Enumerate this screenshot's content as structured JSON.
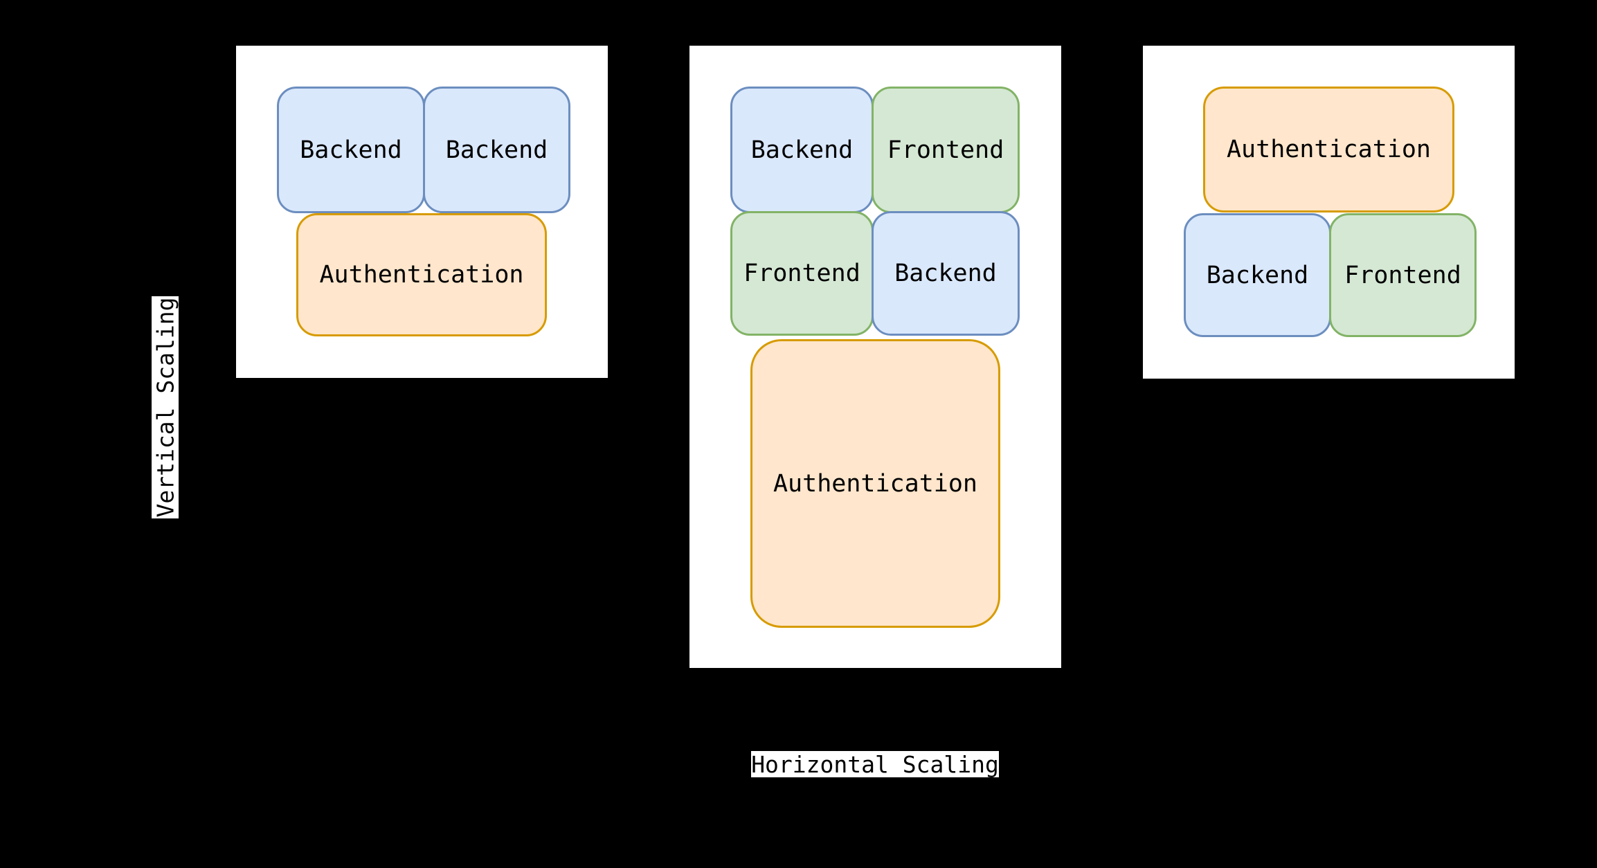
{
  "colors": {
    "background": "#000000",
    "panel_background": "#ffffff",
    "text": "#000000",
    "backend_fill": "#dae8fc",
    "backend_stroke": "#6c8ebf",
    "frontend_fill": "#d5e8d4",
    "frontend_stroke": "#82b366",
    "authentication_fill": "#ffe6cc",
    "authentication_stroke": "#d79b00"
  },
  "axis_labels": {
    "vertical": "Vertical Scaling",
    "horizontal": "Horizontal Scaling"
  },
  "panels": [
    {
      "name": "vertical-scaling-example",
      "boxes": [
        {
          "label": "Backend",
          "type": "backend"
        },
        {
          "label": "Backend",
          "type": "backend"
        },
        {
          "label": "Authentication",
          "type": "auth"
        }
      ]
    },
    {
      "name": "horizontal-scaling-example",
      "boxes": [
        {
          "label": "Backend",
          "type": "backend"
        },
        {
          "label": "Frontend",
          "type": "frontend"
        },
        {
          "label": "Frontend",
          "type": "frontend"
        },
        {
          "label": "Backend",
          "type": "backend"
        },
        {
          "label": "Authentication",
          "type": "auth"
        }
      ]
    },
    {
      "name": "combined-scaling-example",
      "boxes": [
        {
          "label": "Authentication",
          "type": "auth"
        },
        {
          "label": "Backend",
          "type": "backend"
        },
        {
          "label": "Frontend",
          "type": "frontend"
        }
      ]
    }
  ]
}
